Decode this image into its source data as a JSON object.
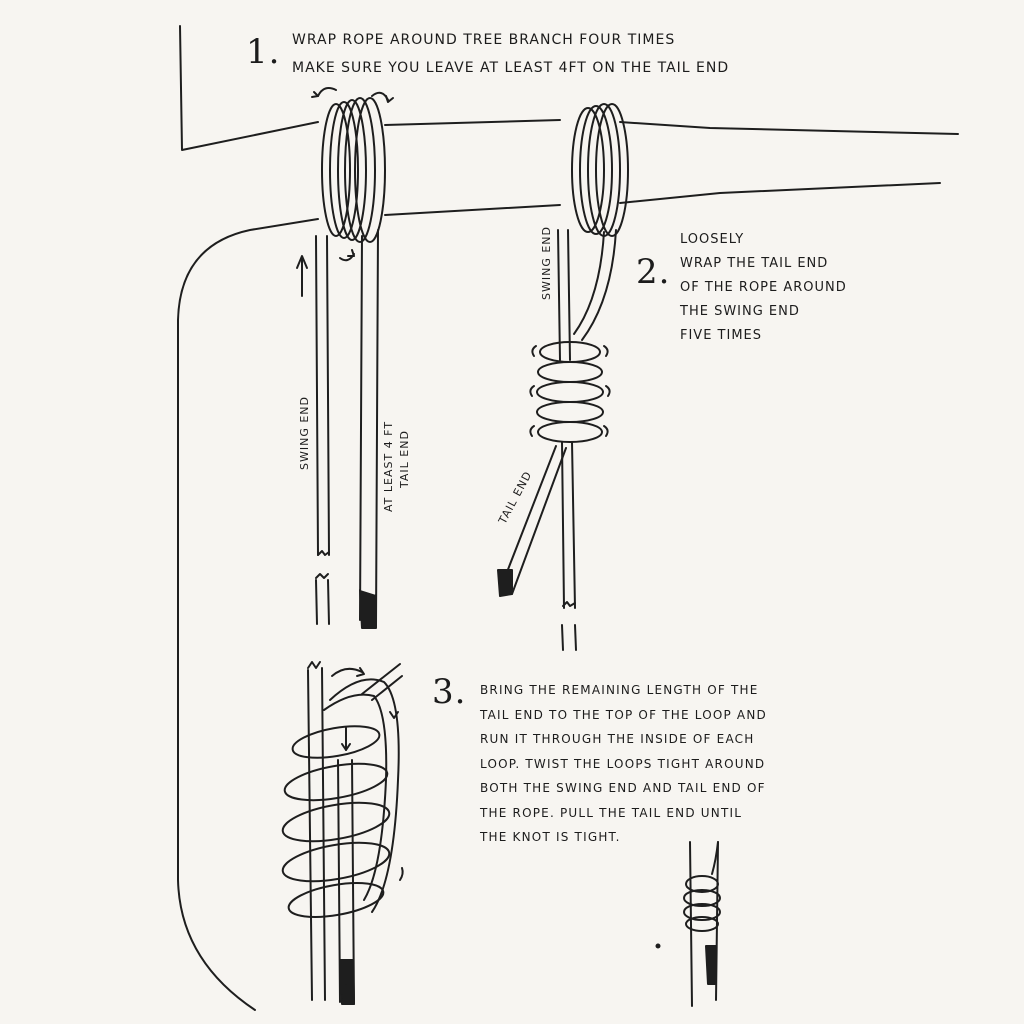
{
  "step1": {
    "number": "1.",
    "lines": [
      "WRAP ROPE AROUND TREE BRANCH FOUR TIMES",
      "MAKE SURE YOU LEAVE AT LEAST 4FT ON THE TAIL END"
    ],
    "labels": {
      "swing_end": "SWING END",
      "tail_line1": "AT LEAST 4 FT",
      "tail_line2": "TAIL END"
    }
  },
  "step2": {
    "number": "2.",
    "lines": [
      "LOOSELY",
      "WRAP THE TAIL END",
      "OF THE ROPE AROUND",
      "THE SWING END",
      "FIVE TIMES"
    ],
    "labels": {
      "swing_end": "SWING END",
      "tail_end": "TAIL END"
    }
  },
  "step3": {
    "number": "3.",
    "lines": [
      "BRING THE REMAINING LENGTH OF THE",
      "TAIL END TO THE TOP OF THE LOOP AND",
      "RUN IT THROUGH THE INSIDE OF EACH",
      "LOOP. TWIST THE LOOPS TIGHT AROUND",
      "BOTH THE SWING END AND TAIL END OF",
      "THE ROPE. PULL THE TAIL END UNTIL",
      "THE KNOT IS TIGHT."
    ]
  }
}
